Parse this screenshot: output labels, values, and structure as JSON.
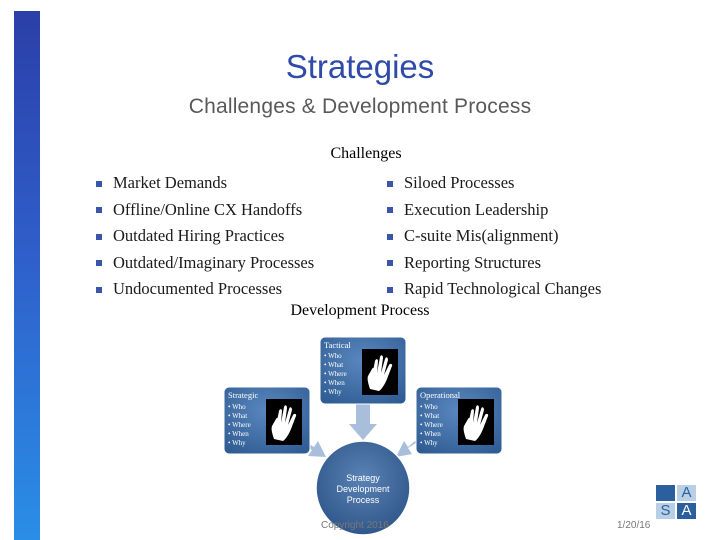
{
  "slide": {
    "title": "Strategies",
    "subtitle": "Challenges & Development Process",
    "challenges_heading": "Challenges",
    "challenges_left": [
      "Market Demands",
      "Offline/Online CX Handoffs",
      "Outdated Hiring Practices",
      "Outdated/Imaginary Processes",
      "Undocumented Processes"
    ],
    "challenges_right": [
      "Siloed Processes",
      "Execution Leadership",
      "C-suite Mis(alignment)",
      "Reporting Structures",
      "Rapid Technological Changes"
    ],
    "development_heading": "Development Process"
  },
  "diagram": {
    "boxes": [
      {
        "title": "Tactical",
        "items": [
          "Who",
          "What",
          "Where",
          "When",
          "Why"
        ],
        "icon": "raised-hand-icon"
      },
      {
        "title": "Strategic",
        "items": [
          "Who",
          "What",
          "Where",
          "When",
          "Why"
        ],
        "icon": "raised-hand-icon"
      },
      {
        "title": "Operational",
        "items": [
          "Who",
          "What",
          "Where",
          "When",
          "Why"
        ],
        "icon": "raised-hand-icon"
      }
    ],
    "center": {
      "lines": [
        "Strategy",
        "Development",
        "Process"
      ]
    }
  },
  "footer": {
    "copyright": "Copyright 2016",
    "date": "1/20/16"
  },
  "logo": {
    "letters": [
      "",
      "A",
      "S",
      "A"
    ]
  },
  "colors": {
    "title": "#2f4aa8",
    "bullet": "#3b55a8",
    "box_fill": "#3f6ea3",
    "center_fill": "#3d6699",
    "arrow": "#a9bedb"
  }
}
